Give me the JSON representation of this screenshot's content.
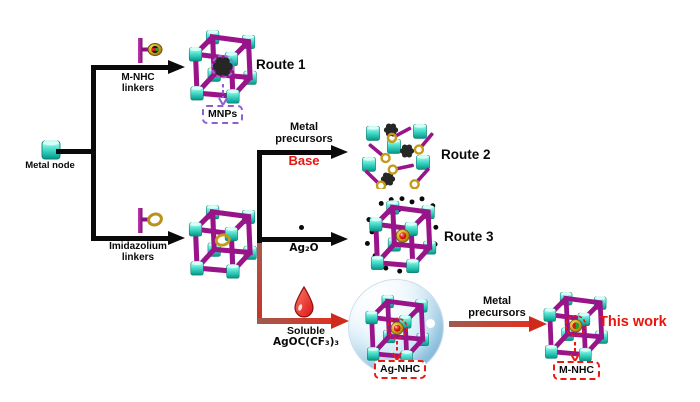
{
  "metal_node": {
    "label": "Metal node"
  },
  "linkers": {
    "mnhc": {
      "line1": "M-NHC",
      "line2": "linkers"
    },
    "imidazolium": {
      "line1": "Imidazolium",
      "line2": "linkers"
    }
  },
  "route1": {
    "title": "Route 1",
    "tag": "MNPs"
  },
  "route2": {
    "title": "Route 2",
    "arrow_top_line1": "Metal",
    "arrow_top_line2": "precursors",
    "arrow_bottom": "Base"
  },
  "route3": {
    "title": "Route 3",
    "reagent": "Ag₂O"
  },
  "this_work": {
    "title": "This work",
    "reagent_line1": "Soluble",
    "reagent_line2": "AgOC(CF₃)₃",
    "intermediate_tag": "Ag-NHC",
    "arrow_line1": "Metal",
    "arrow_line2": "precursors",
    "product_tag": "M-NHC"
  },
  "colors": {
    "node_cyan": "#2ed0bd",
    "rod_purple": "#991489",
    "ring_gold": "#c49a18",
    "accent_red": "#e8150d",
    "arrow_black": "#0a0a0a",
    "mnps_dash_purple": "#8d5fd3",
    "bubble_blue": "#8ec9e6"
  }
}
